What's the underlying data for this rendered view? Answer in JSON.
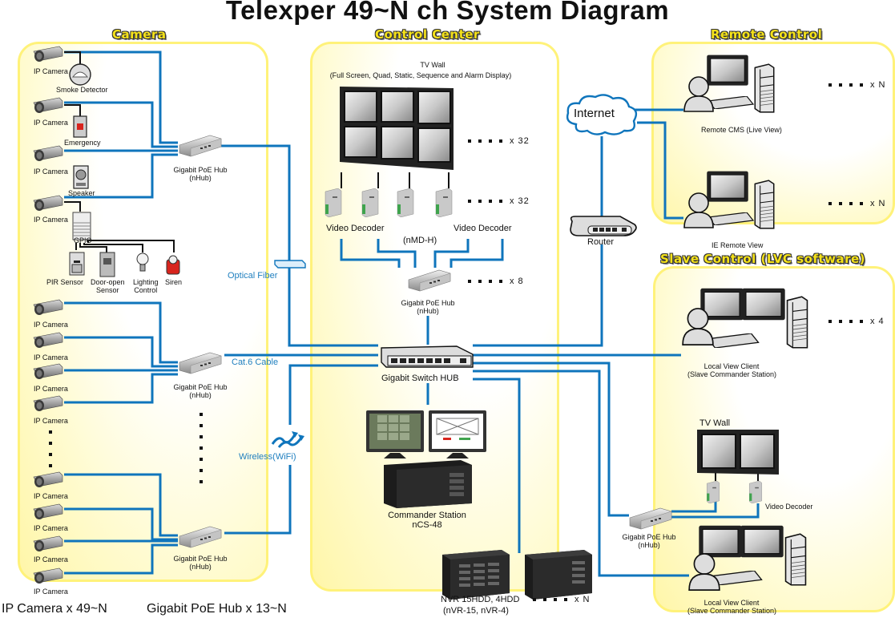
{
  "title": "Telexper 49~N ch System Diagram",
  "sections": {
    "camera": "Camera",
    "control_center": "Control Center",
    "remote_control": "Remote Control",
    "slave_control": "Slave Control (LVC software)"
  },
  "camera_section": {
    "ip_camera_label": "IP Camera",
    "smoke_detector": "Smoke Detector",
    "emergency": "Emergency",
    "speaker": "Speaker",
    "gpio": "GPIO",
    "pir_sensor": "PIR Sensor",
    "door_open_sensor_1": "Door-open",
    "door_open_sensor_2": "Sensor",
    "lighting_control_1": "Lighting",
    "lighting_control_2": "Control",
    "siren": "Siren",
    "poe_hub_1": "Gigabit PoE Hub",
    "poe_hub_2": "(nHub)"
  },
  "links": {
    "optical_fiber": "Optical Fiber",
    "cat6": "Cat.6 Cable",
    "wireless": "Wireless(WiFi)"
  },
  "control_center": {
    "tv_wall_title": "TV Wall",
    "tv_wall_sub": "(Full Screen, Quad, Static, Sequence and Alarm Display)",
    "tv_wall_count": "x 32",
    "decoder_count": "x 32",
    "video_decoder": "Video Decoder",
    "decoder_model": "(nMD-H)",
    "hub_count": "x 8",
    "switch_label": "Gigabit Switch HUB",
    "commander_1": "Commander Station",
    "commander_2": "nCS-48"
  },
  "nvr": {
    "label_1": "NVR 15HDD, 4HDD",
    "count": "x N",
    "label_2": "(nVR-15, nVR-4)"
  },
  "remote": {
    "internet": "Internet",
    "router": "Router",
    "cms": "Remote CMS (Live View)",
    "cms_count": "x N",
    "ie": "IE Remote View",
    "ie_count": "x N"
  },
  "slave": {
    "lvc_1": "Local View Client",
    "lvc_2": "(Slave Commander Station)",
    "lvc_count": "x 4",
    "tv_wall": "TV Wall",
    "video_decoder": "Video Decoder"
  },
  "footer": {
    "cameras": "IP Camera x 49~N",
    "hubs": "Gigabit PoE Hub x 13~N"
  },
  "colors": {
    "wire": "#0f75bc",
    "panel_border": "#fff27a",
    "panel_title": "#f5e21a"
  }
}
